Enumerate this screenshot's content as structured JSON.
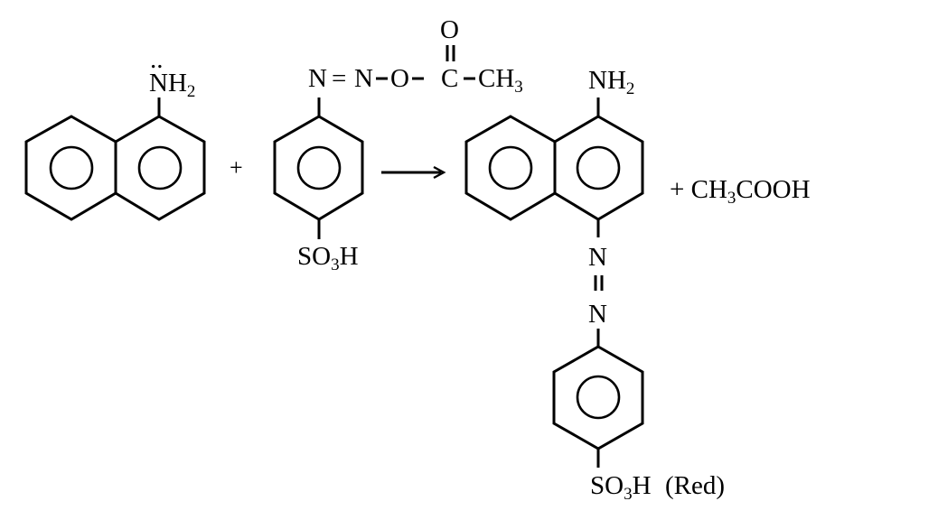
{
  "diagram": {
    "type": "chemical-reaction",
    "description": "Diazo coupling of 1-naphthylamine with p-sulfobenzenediazonium acetate giving a red azo dye and acetic acid",
    "colors": {
      "ink": "#000000",
      "background": "#ffffff"
    },
    "reactant_1": {
      "name": "1-naphthylamine",
      "substituent": {
        "text": "NH",
        "subscript": "2",
        "lone_pair": ".."
      }
    },
    "plus_1": "+",
    "reactant_2": {
      "name": "p-sulfobenzenediazonium acetate",
      "top_chain": {
        "n1": "N",
        "eq": "=",
        "n2": "N",
        "dash1": "−",
        "o": "O",
        "dash2": "−",
        "c": "C",
        "dash3": "−",
        "ch": "CH",
        "ch_sub": "3",
        "carbonyl_o": "O"
      },
      "bottom_group": {
        "text": "SO",
        "subscript": "3",
        "tail": "H"
      }
    },
    "arrow": "→",
    "product_1": {
      "name": "azo dye",
      "top_group": {
        "text": "NH",
        "subscript": "2"
      },
      "azo": {
        "n1": "N",
        "n2": "N"
      },
      "bottom_group": {
        "text": "SO",
        "subscript": "3",
        "tail": "H"
      },
      "annotation": "(Red)"
    },
    "product_2": {
      "prefix": "+ CH",
      "subscript": "3",
      "suffix": "COOH"
    }
  }
}
